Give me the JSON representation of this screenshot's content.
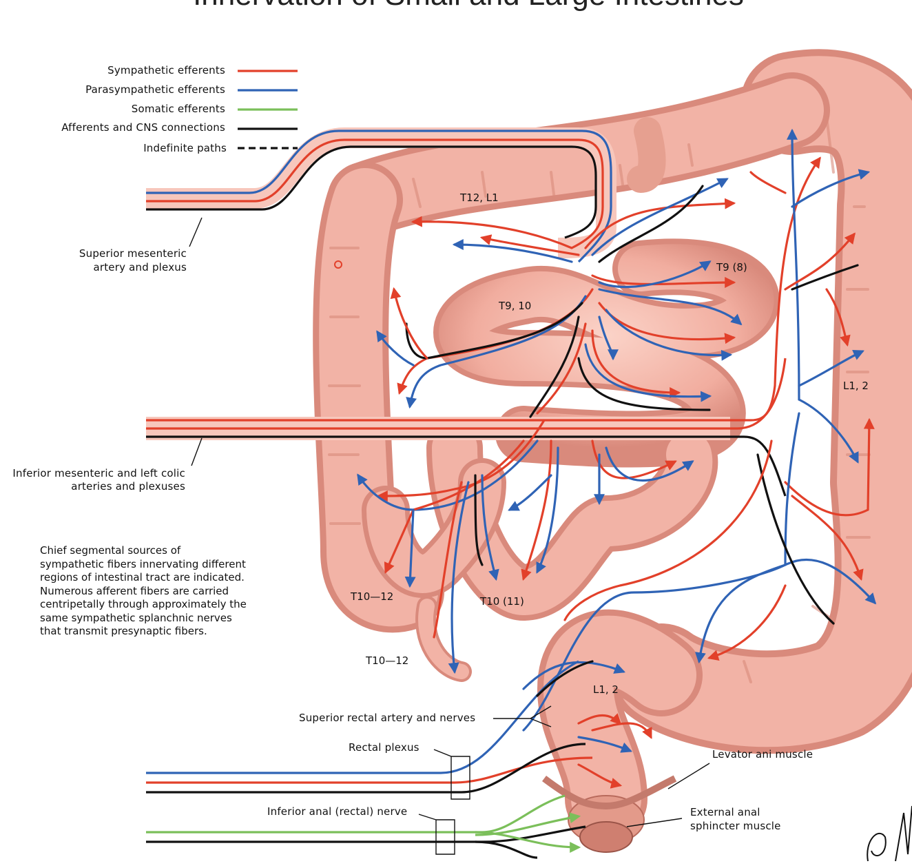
{
  "title": "Innervation of Small and Large Intestines",
  "legend": [
    {
      "label": "Sympathetic efferents",
      "color": "#e2402a",
      "style": "solid"
    },
    {
      "label": "Parasympathetic efferents",
      "color": "#2f63b5",
      "style": "solid"
    },
    {
      "label": "Somatic efferents",
      "color": "#7bbf5a",
      "style": "solid"
    },
    {
      "label": "Afferents and CNS connections",
      "color": "#111111",
      "style": "solid"
    },
    {
      "label": "Indefinite paths",
      "color": "#111111",
      "style": "dashed"
    }
  ],
  "labels": {
    "superior_mesenteric": [
      "Superior mesenteric",
      "artery and plexus"
    ],
    "inferior_mesenteric": [
      "Inferior mesenteric and left colic",
      "arteries and plexuses"
    ],
    "superior_rectal": "Superior rectal artery and nerves",
    "rectal_plexus": "Rectal plexus",
    "inferior_anal": "Inferior anal (rectal) nerve",
    "levator_ani": "Levator ani muscle",
    "external_anal": [
      "External anal",
      "sphincter muscle"
    ]
  },
  "segments": {
    "t12_l1": "T12, L1",
    "t9_8": "T9 (8)",
    "t9_10": "T9, 10",
    "l1_2_right": "L1, 2",
    "t10_12_a": "T10—12",
    "t10_11": "T10 (11)",
    "t10_12_b": "T10—12",
    "l1_2_low": "L1, 2"
  },
  "caption": "Chief segmental sources of sympathetic fibers innervating different regions of intestinal tract are indicated. Numerous afferent fibers are carried centripetally through approximately the same sympathetic splanchnic nerves that transmit presynaptic fibers.",
  "colors": {
    "tissue": "#f2b3a6",
    "tissue_dark": "#d98a7c",
    "tissue_light": "#fbd6cc",
    "sympathetic": "#e2402a",
    "parasympathetic": "#2f63b5",
    "somatic": "#7bbf5a",
    "afferent": "#111111"
  }
}
